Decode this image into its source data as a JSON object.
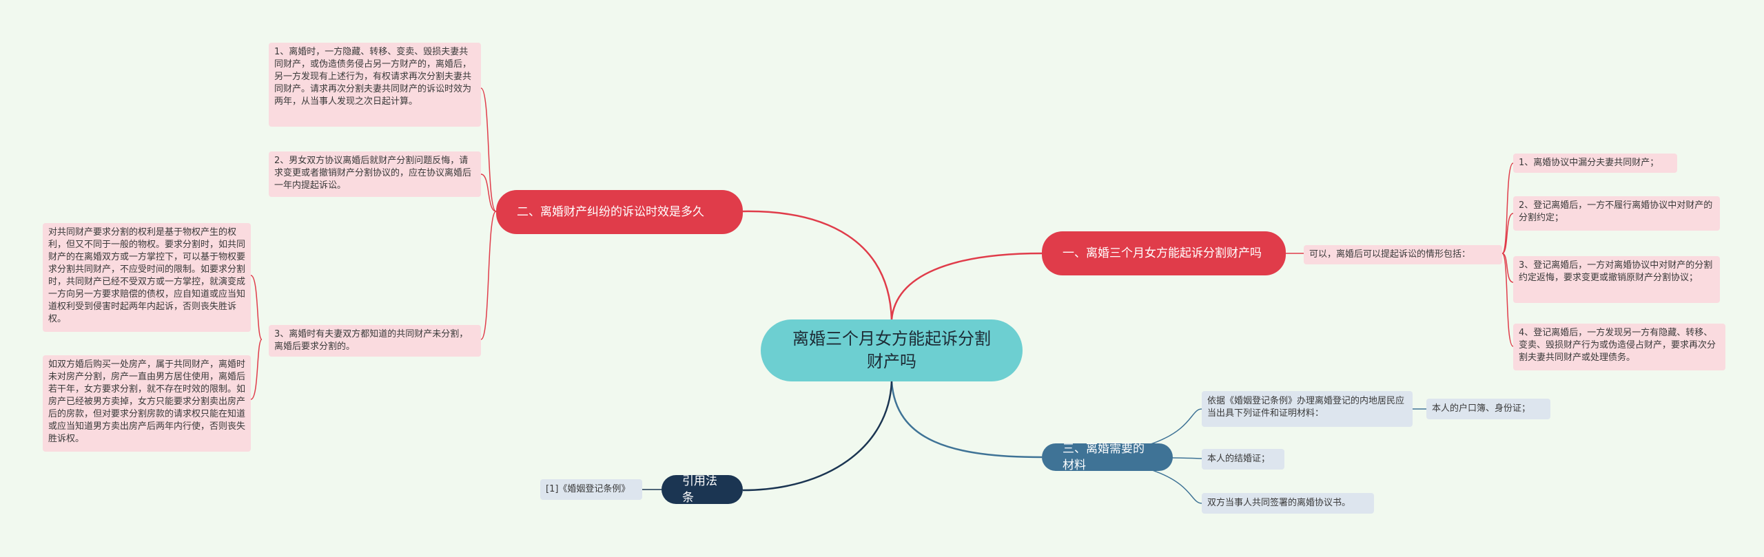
{
  "center": {
    "title": "离婚三个月女方能起诉分割财产吗"
  },
  "branches": {
    "b1": {
      "title": "一、离婚三个月女方能起诉分割财产吗",
      "intro": "可以，离婚后可以提起诉讼的情形包括：",
      "items": [
        "1、离婚协议中漏分夫妻共同财产；",
        "2、登记离婚后，一方不履行离婚协议中对财产的分割约定；",
        "3、登记离婚后，一方对离婚协议中对财产的分割约定返悔，要求变更或撤销原财产分割协议；",
        "4、登记离婚后，一方发现另一方有隐藏、转移、变卖、毁损财产行为或伪造侵占财产，要求再次分割夫妻共同财产或处理债务。"
      ]
    },
    "b2": {
      "title": "二、离婚财产纠纷的诉讼时效是多久",
      "items": [
        "1、离婚时，一方隐藏、转移、变卖、毁损夫妻共同财产，或伪造债务侵占另一方财产的，离婚后，另一方发现有上述行为，有权请求再次分割夫妻共同财产。请求再次分割夫妻共同财产的诉讼时效为两年，从当事人发现之次日起计算。",
        "2、男女双方协议离婚后就财产分割问题反悔，请求变更或者撤销财产分割协议的，应在协议离婚后一年内提起诉讼。",
        "3、离婚时有夫妻双方都知道的共同财产未分割，离婚后要求分割的。"
      ],
      "sub_items": [
        "对共同财产要求分割的权利是基于物权产生的权利，但又不同于一般的物权。要求分割时，如共同财产的在离婚双方或一方掌控下，可以基于物权要求分割共同财产，不应受时间的限制。如要求分割时，共同财产已经不受双方或一方掌控，就演变成一方向另一方要求赔偿的债权，应自知道或应当知道权利受到侵害时起两年内起诉，否则丧失胜诉权。",
        "如双方婚后购买一处房产，属于共同财产，离婚时未对房产分割，房产一直由男方居住使用，离婚后若干年，女方要求分割，就不存在时效的限制。如房产已经被男方卖掉，女方只能要求分割卖出房产后的房款，但对要求分割房款的请求权只能在知道或应当知道男方卖出房产后两年内行使，否则丧失胜诉权。"
      ]
    },
    "b3": {
      "title": "三、离婚需要的材料",
      "items": [
        "依据《婚姻登记条例》办理离婚登记的内地居民应当出具下列证件和证明材料：",
        "本人的结婚证；",
        "双方当事人共同签署的离婚协议书。"
      ],
      "sub_item": "本人的户口簿、身份证；"
    },
    "b4": {
      "title": "引用法条",
      "items": [
        "[1]《婚姻登记条例》"
      ]
    }
  },
  "colors": {
    "red": "#e03c4a",
    "blue": "#3f7396",
    "navy": "#1b3552",
    "teal": "#6dcfd1",
    "pink": "#fadbdf",
    "grey": "#dde5ee"
  }
}
